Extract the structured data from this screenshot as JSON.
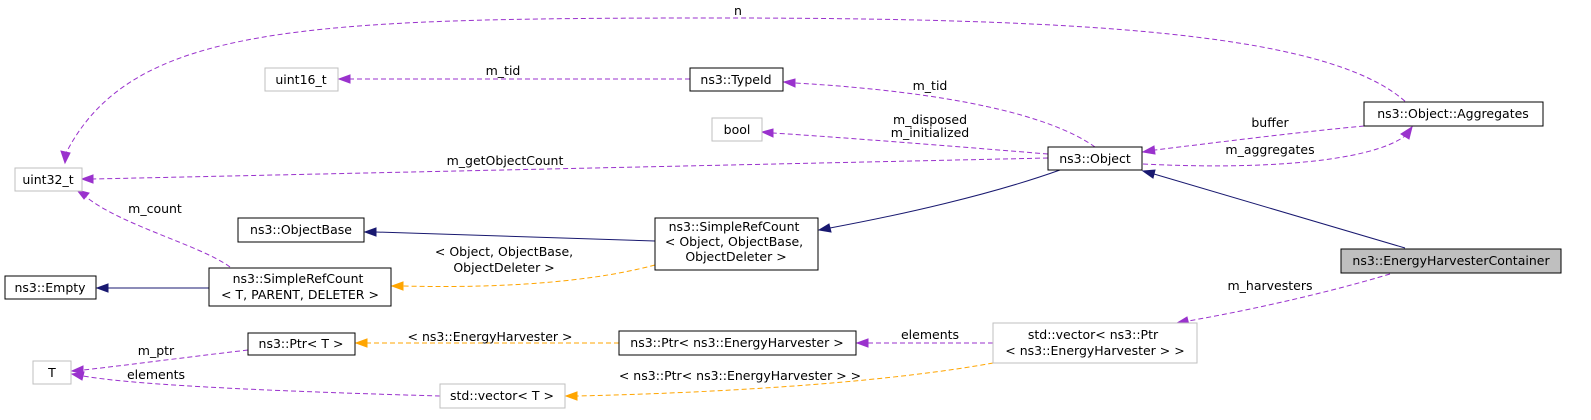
{
  "nodes": {
    "n_uint16": {
      "lines": [
        "uint16_t"
      ]
    },
    "n_typeid": {
      "lines": [
        "ns3::TypeId"
      ]
    },
    "n_bool": {
      "lines": [
        "bool"
      ]
    },
    "n_uint32": {
      "lines": [
        "uint32_t"
      ]
    },
    "n_object": {
      "lines": [
        "ns3::Object"
      ]
    },
    "n_aggregates": {
      "lines": [
        "ns3::Object::Aggregates"
      ]
    },
    "n_objectbase": {
      "lines": [
        "ns3::ObjectBase"
      ]
    },
    "n_simplerefcount_obj": {
      "lines": [
        "ns3::SimpleRefCount",
        "< Object, ObjectBase,",
        "ObjectDeleter >"
      ]
    },
    "n_empty": {
      "lines": [
        "ns3::Empty"
      ]
    },
    "n_simplerefcount_t": {
      "lines": [
        "ns3::SimpleRefCount",
        "< T, PARENT, DELETER >"
      ]
    },
    "n_ehc": {
      "lines": [
        "ns3::EnergyHarvesterContainer"
      ]
    },
    "n_ptr_t": {
      "lines": [
        "ns3::Ptr< T >"
      ]
    },
    "n_ptr_eh": {
      "lines": [
        "ns3::Ptr< ns3::EnergyHarvester >"
      ]
    },
    "n_vector_ptr": {
      "lines": [
        "std::vector< ns3::Ptr",
        "< ns3::EnergyHarvester > >"
      ]
    },
    "n_t": {
      "lines": [
        "T"
      ]
    },
    "n_vector_t": {
      "lines": [
        "std::vector< T >"
      ]
    }
  },
  "edge_labels": {
    "n": [
      "n"
    ],
    "m_tid_1": [
      "m_tid"
    ],
    "m_tid_2": [
      "m_tid"
    ],
    "m_disposed": [
      "m_disposed",
      "m_initialized"
    ],
    "m_getObjectCount": [
      "m_getObjectCount"
    ],
    "buffer": [
      "buffer"
    ],
    "m_aggregates": [
      "m_aggregates"
    ],
    "m_count": [
      "m_count"
    ],
    "tpl_object": [
      "< Object, ObjectBase,",
      "ObjectDeleter >"
    ],
    "m_harvesters": [
      "m_harvesters"
    ],
    "m_ptr": [
      "m_ptr"
    ],
    "tpl_eh": [
      "< ns3::EnergyHarvester >"
    ],
    "elements_1": [
      "elements"
    ],
    "elements_2": [
      "elements"
    ],
    "tpl_ptr_eh": [
      "< ns3::Ptr< ns3::EnergyHarvester > >"
    ]
  },
  "colors": {
    "member_edge": "#9a32cd",
    "template_edge": "#ffa500",
    "inheritance_edge": "#191970",
    "highlight_fill": "#bfbfbf",
    "external_border": "#bfbfbf"
  }
}
